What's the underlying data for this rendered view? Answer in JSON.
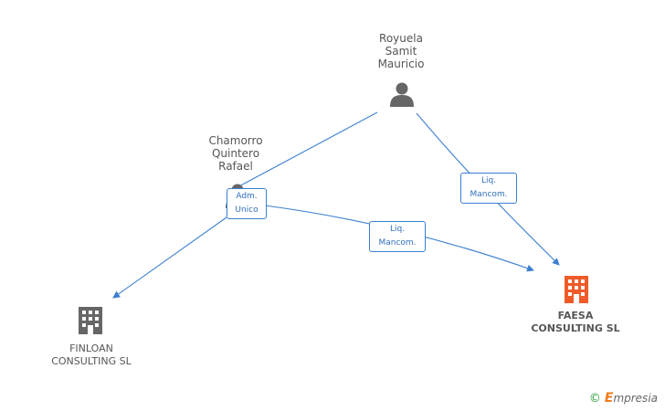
{
  "people": [
    {
      "id": "royuela",
      "name_lines": [
        "Royuela",
        "Samit",
        "Mauricio"
      ],
      "icon": "person-icon"
    },
    {
      "id": "chamorro",
      "name_lines": [
        "Chamorro",
        "Quintero",
        "Rafael"
      ],
      "icon": "person-icon"
    }
  ],
  "companies": [
    {
      "id": "faesa",
      "name_lines": [
        "FAESA",
        "CONSULTING SL"
      ],
      "icon": "building-icon",
      "color": "#f05a28",
      "highlight": true
    },
    {
      "id": "finloan",
      "name_lines": [
        "FINLOAN",
        "CONSULTING SL"
      ],
      "icon": "building-icon",
      "color": "#666666",
      "highlight": false
    }
  ],
  "relations": [
    {
      "from": "chamorro",
      "to": "finloan",
      "label_lines": [
        "Adm.",
        "Unico"
      ]
    },
    {
      "from": "chamorro",
      "to": "faesa",
      "label_lines": [
        "Liq.",
        "Mancom."
      ]
    },
    {
      "from": "royuela",
      "to": "faesa",
      "label_lines": [
        "Liq.",
        "Mancom."
      ]
    }
  ],
  "colors": {
    "edge": "#3a7fd0",
    "person_icon": "#666666"
  },
  "brand": {
    "copyright": "©",
    "initial": "E",
    "rest": "mpresia"
  }
}
